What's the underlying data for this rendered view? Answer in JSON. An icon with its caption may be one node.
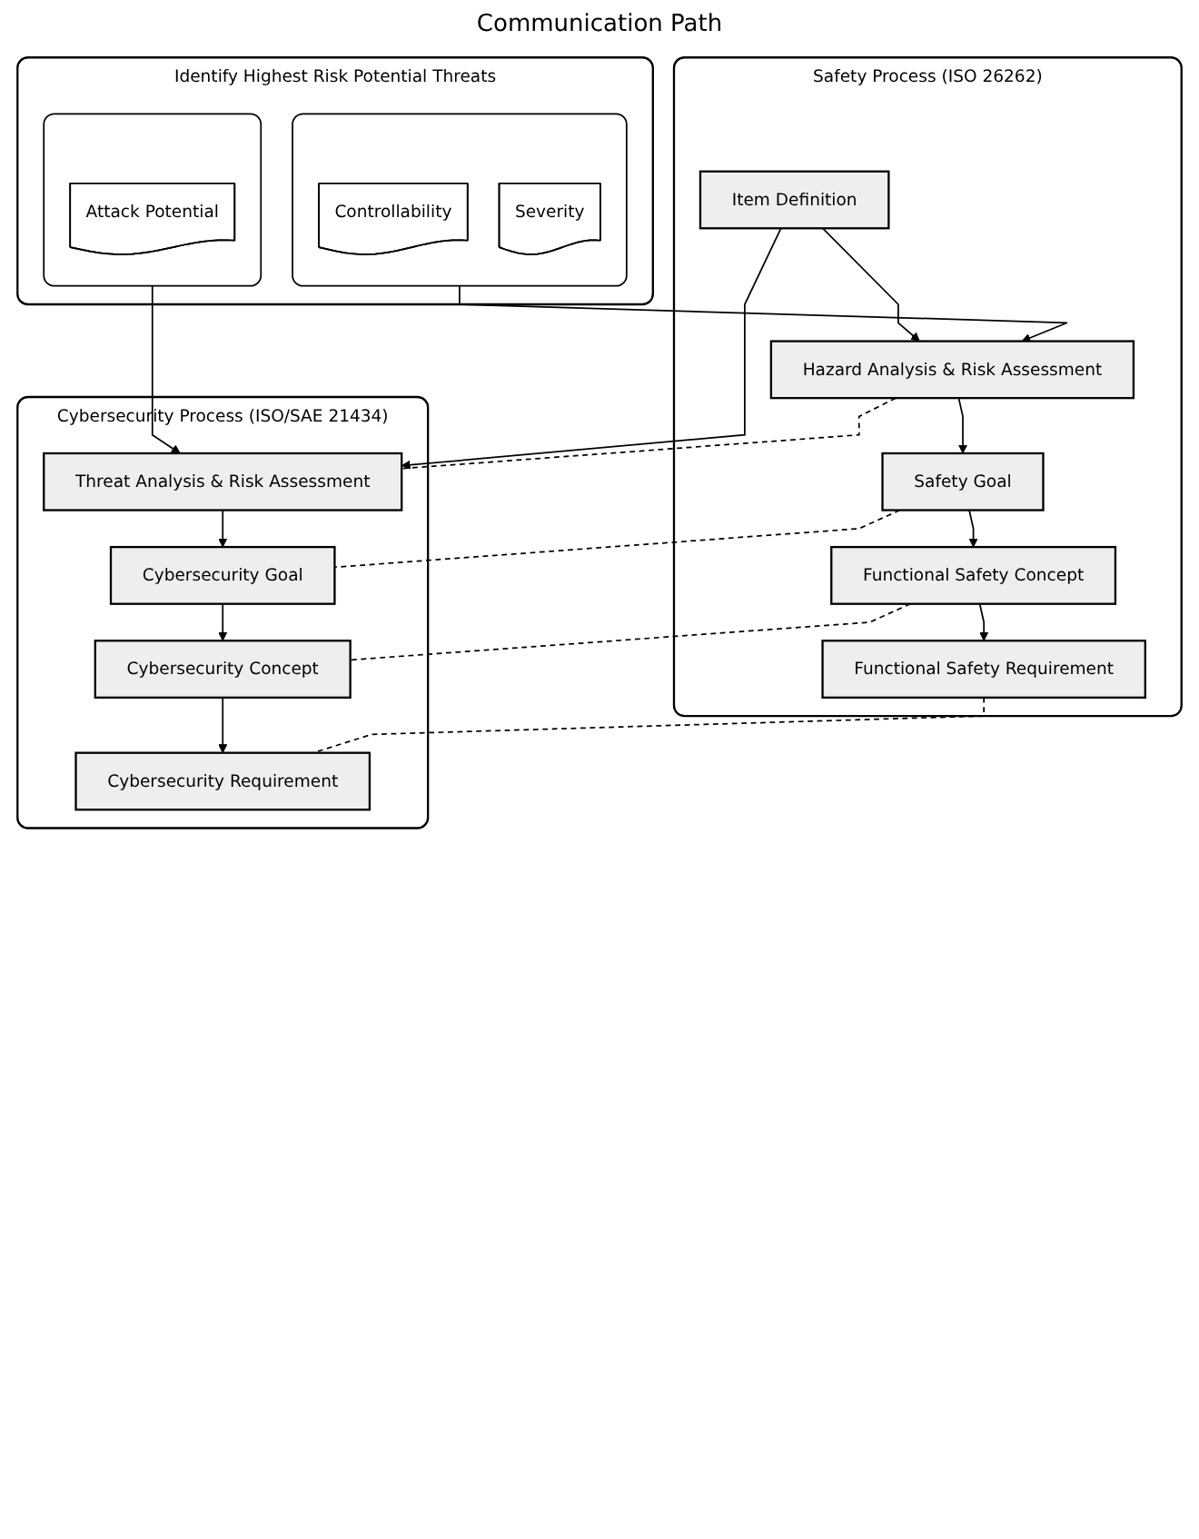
{
  "diagram": {
    "nodes": [
      {
        "text": [
          "Identify Highest Risk Potential Threats"
        ]
      },
      {
        "text": [],
        "shape": "box",
        "in": 0
      },
      {
        "text": [
          "Controllability"
        ],
        "in": 1
      },
      {
        "text": [
          "Severity"
        ],
        "in": 1
      },
      {
        "text": [],
        "shape": "box",
        "in": 0
      },
      {
        "text": [
          "Attack Potential"
        ],
        "in": 4
      },
      {
        "text": [
          "Safety Process (ISO 26262)"
        ]
      },
      {
        "text": [
          "Item Definition"
        ],
        "in": 6
      },
      {
        "text": [
          "Hazard Analysis & Risk Assessment"
        ],
        "in": 6
      },
      {
        "text": [
          "Safety Goal"
        ],
        "in": 6
      },
      {
        "text": [
          "Functional Safety Concept"
        ],
        "in": 6
      },
      {
        "text": [
          "Functional Safety Requirement"
        ],
        "in": 6
      },
      {
        "text": [
          "Cybersecurity Process (ISO/SAE 21434)"
        ]
      },
      {
        "text": [
          "Threat Analysis & Risk Assessment"
        ],
        "in": 12
      },
      {
        "text": [
          "Cybersecurity Goal"
        ],
        "in": 12
      },
      {
        "text": [
          "Cybersecurity Concept"
        ],
        "in": 12
      },
      {
        "text": [
          "Cybersecurity Requirement"
        ],
        "in": 12
      }
    ],
    "edges": [
      {
        "from": 1,
        "to": 8,
        "arrow": "to"
      },
      {
        "from": 4,
        "to": 13,
        "arrow": "to"
      },
      {
        "from": 7,
        "to": 8,
        "arrow": "to"
      },
      {
        "from": 8,
        "to": 9,
        "arrow": "to"
      },
      {
        "from": 9,
        "to": 10,
        "arrow": "to"
      },
      {
        "from": 10,
        "to": 11,
        "arrow": "to"
      },
      {
        "from": 7,
        "to": 13,
        "arrow": "to"
      },
      {
        "from": 13,
        "to": 14,
        "arrow": "to"
      },
      {
        "from": 14,
        "to": 15,
        "arrow": "to"
      },
      {
        "from": 15,
        "to": 16,
        "arrow": "to"
      },
      {
        "from": 8,
        "to": 13,
        "arrow": "none",
        "style": "dashed"
      },
      {
        "from": 9,
        "to": 14,
        "arrow": "none",
        "style": "dashed"
      },
      {
        "from": 10,
        "to": 15,
        "arrow": "none",
        "style": "dashed"
      },
      {
        "from": 11,
        "to": 16,
        "arrow": "none",
        "style": "dashed"
      }
    ],
    "labels": [
      "Communication Path"
    ]
  }
}
